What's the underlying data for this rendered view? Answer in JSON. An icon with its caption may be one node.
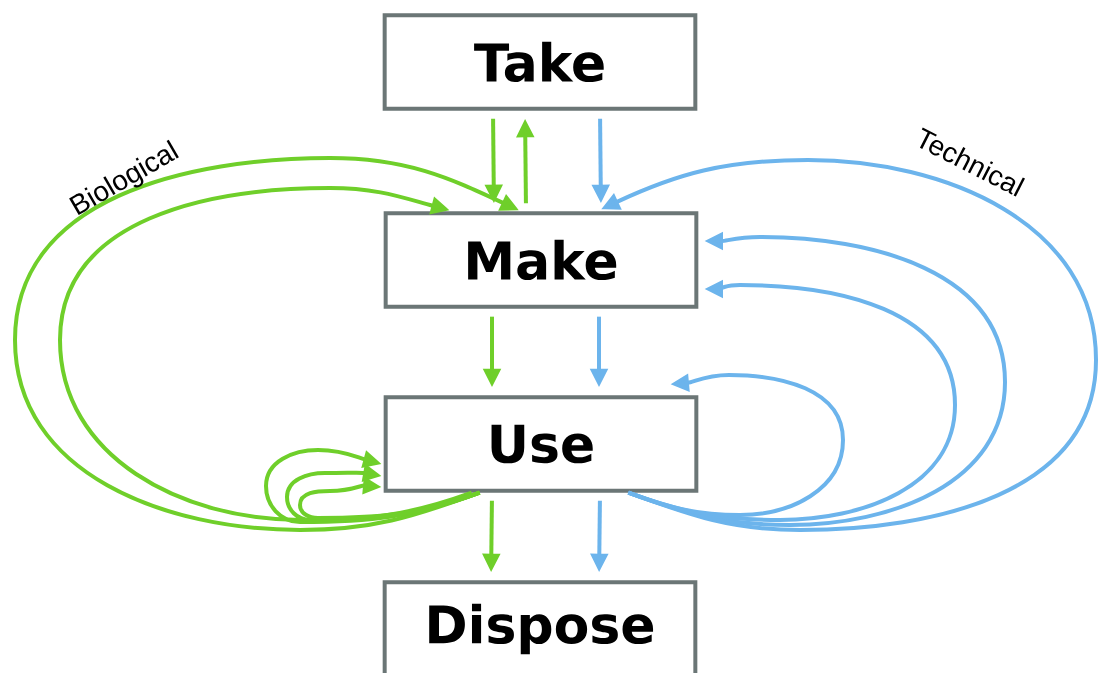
{
  "diagram": {
    "nodes": [
      {
        "text": [
          "Take"
        ]
      },
      {
        "text": [
          "Make"
        ]
      },
      {
        "text": [
          "Use"
        ]
      },
      {
        "text": [
          "Dispose"
        ]
      }
    ],
    "edges": [
      {
        "from": 0,
        "to": 1,
        "arrow": "to",
        "color": "#6fcf2a"
      },
      {
        "from": 1,
        "to": 0,
        "arrow": "to",
        "color": "#6fcf2a"
      },
      {
        "from": 0,
        "to": 1,
        "arrow": "to",
        "color": "#6cb4ec"
      },
      {
        "from": 1,
        "to": 2,
        "arrow": "to",
        "color": "#6fcf2a"
      },
      {
        "from": 1,
        "to": 2,
        "arrow": "to",
        "color": "#6cb4ec"
      },
      {
        "from": 2,
        "to": 3,
        "arrow": "to",
        "color": "#6fcf2a"
      },
      {
        "from": 2,
        "to": 3,
        "arrow": "to",
        "color": "#6cb4ec"
      },
      {
        "from": 2,
        "to": 1,
        "arrow": "to",
        "color": "#6fcf2a"
      },
      {
        "from": 2,
        "to": 1,
        "arrow": "to",
        "color": "#6fcf2a"
      },
      {
        "from": 2,
        "to": 2,
        "arrow": "to",
        "color": "#6fcf2a"
      },
      {
        "from": 2,
        "to": 2,
        "arrow": "to",
        "color": "#6fcf2a"
      },
      {
        "from": 2,
        "to": 2,
        "arrow": "to",
        "color": "#6fcf2a"
      },
      {
        "from": 2,
        "to": 1,
        "arrow": "to",
        "color": "#6cb4ec"
      },
      {
        "from": 2,
        "to": 1,
        "arrow": "to",
        "color": "#6cb4ec"
      },
      {
        "from": 2,
        "to": 1,
        "arrow": "to",
        "color": "#6cb4ec"
      },
      {
        "from": 2,
        "to": 2,
        "arrow": "to",
        "color": "#6cb4ec"
      }
    ],
    "labels": [
      "Biological",
      "Technical"
    ]
  }
}
